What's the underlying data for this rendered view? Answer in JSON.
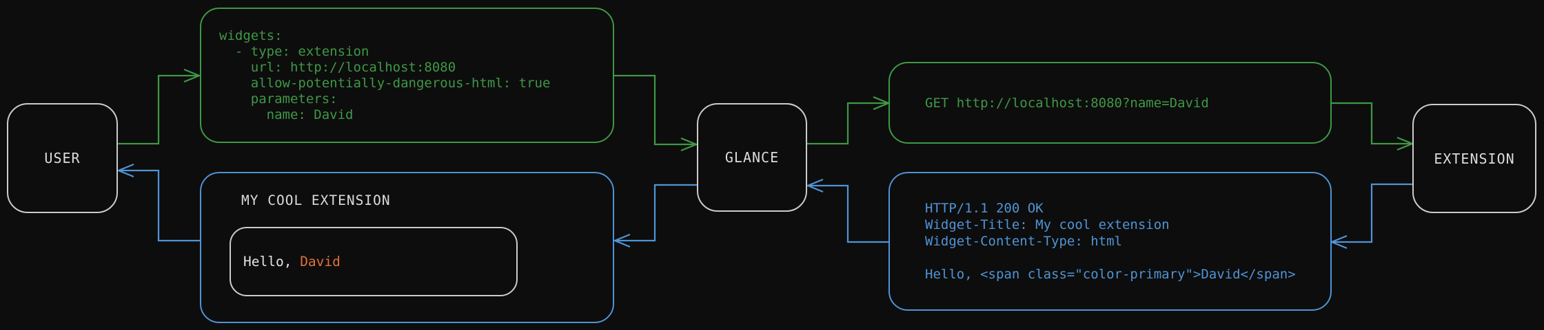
{
  "colors": {
    "background": "#0d0d0d",
    "request_green": "#3f9845",
    "response_blue": "#4f94d6",
    "accent_orange": "#e2703a",
    "node_border": "#cccccc",
    "node_text": "#dcdcdc"
  },
  "nodes": {
    "user": {
      "label": "USER"
    },
    "glance": {
      "label": "GLANCE"
    },
    "extension": {
      "label": "EXTENSION"
    }
  },
  "messages": {
    "config_yaml": {
      "code": "widgets:\n  - type: extension\n    url: http://localhost:8080\n    allow-potentially-dangerous-html: true\n    parameters:\n      name: David"
    },
    "http_request": {
      "code": "GET http://localhost:8080?name=David"
    },
    "http_response": {
      "code": "HTTP/1.1 200 OK\nWidget-Title: My cool extension\nWidget-Content-Type: html\n\nHello, <span class=\"color-primary\">David</span>"
    },
    "widget_preview": {
      "title": "MY COOL EXTENSION",
      "greeting_prefix": "Hello, ",
      "greeting_name": "David"
    }
  }
}
